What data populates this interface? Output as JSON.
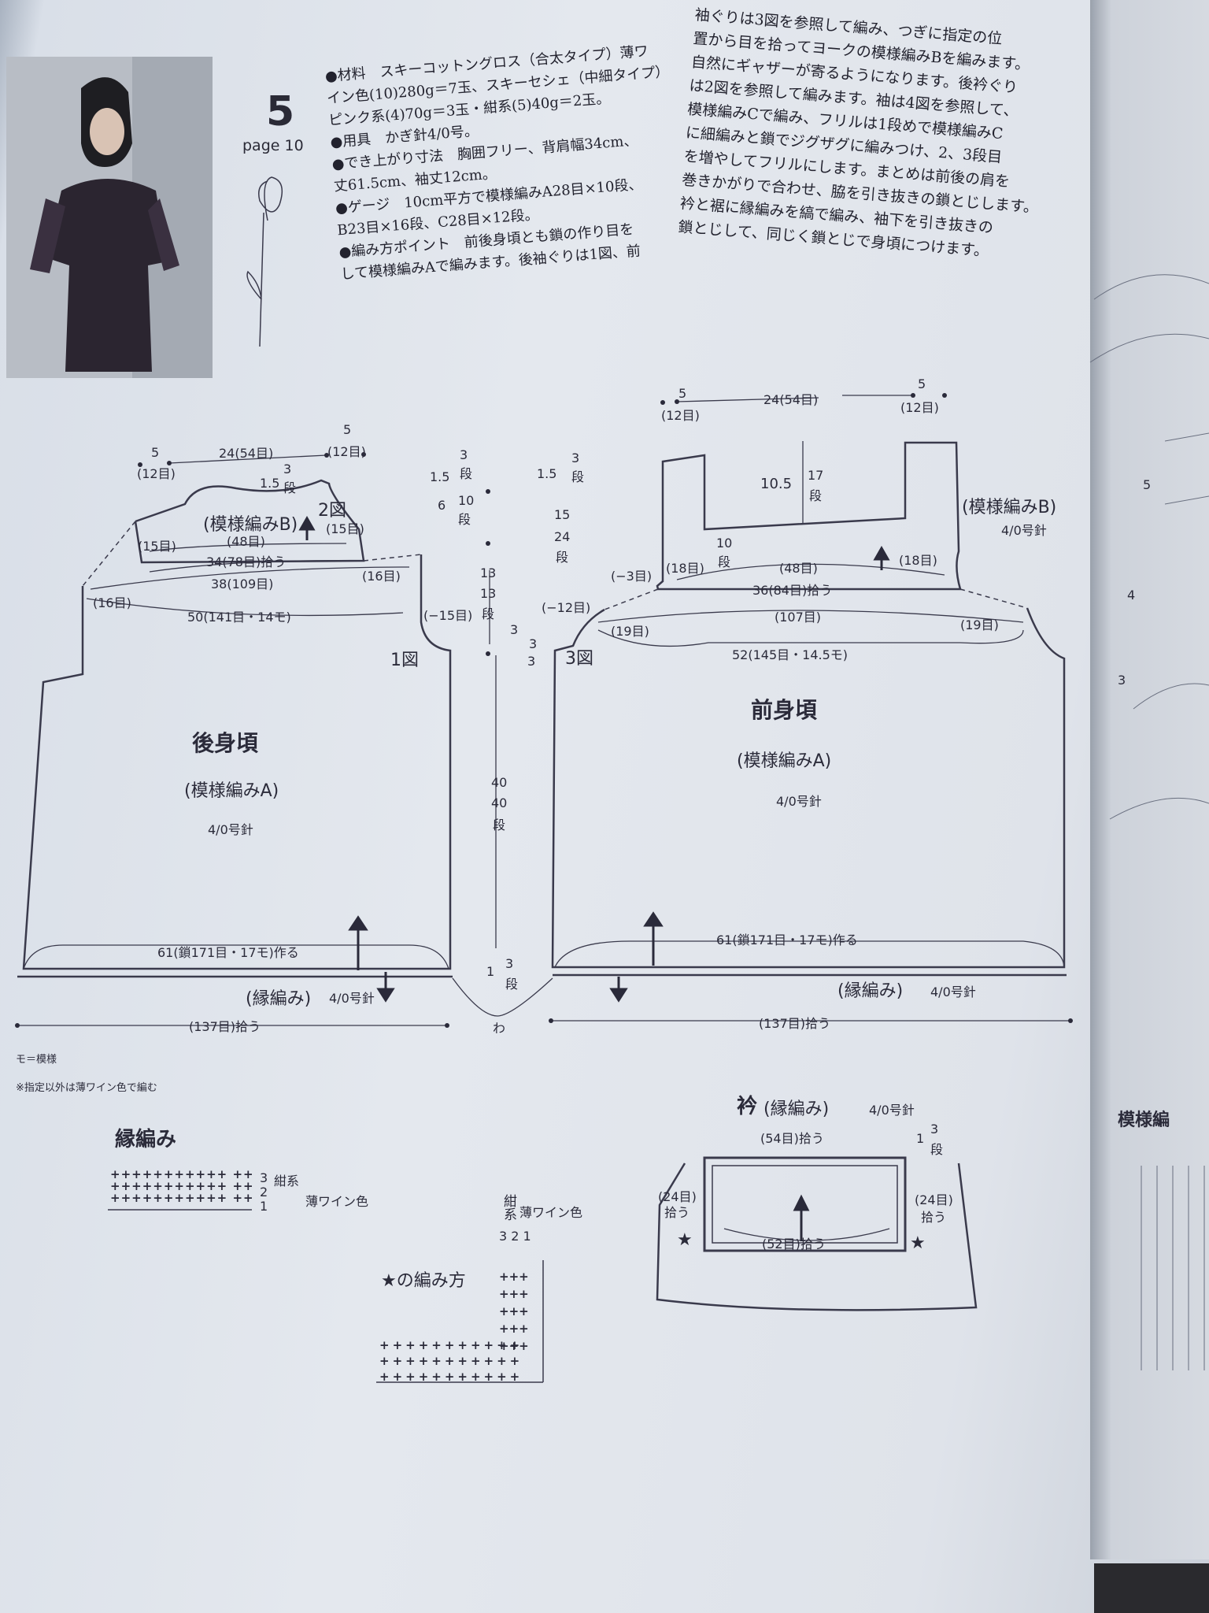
{
  "header": {
    "number": "5",
    "page_ref": "page 10"
  },
  "instructions": {
    "left": [
      "●材料　スキーコットングロス（合太タイプ）薄ワ",
      "イン色(10)280g＝7玉、スキーセシェ（中細タイプ）",
      "ピンク系(4)70g＝3玉・紺系(5)40g＝2玉。",
      "●用具　かぎ針4/0号。",
      "●でき上がり寸法　胸囲フリー、背肩幅34cm、",
      "丈61.5cm、袖丈12cm。",
      "●ゲージ　10cm平方で模様編みA28目×10段、",
      "B23目×16段、C28目×12段。",
      "●編み方ポイント　前後身頃とも鎖の作り目を",
      "して模様編みAで編みます。後袖ぐりは1図、前"
    ],
    "right": [
      "袖ぐりは3図を参照して編み、つぎに指定の位",
      "置から目を拾ってヨークの模様編みBを編みます。",
      "自然にギャザーが寄るようになります。後衿ぐり",
      "は2図を参照して編みます。袖は4図を参照して、",
      "模様編みCで編み、フリルは1段めで模様編みC",
      "に細編みと鎖でジグザグに編みつけ、2、3段目",
      "を増やしてフリルにします。まとめは前後の肩を",
      "巻きかがりで合わせ、脇を引き抜きの鎖とじします。",
      "衿と裾に縁編みを縞で編み、袖下を引き抜きの",
      "鎖とじして、同じく鎖とじで身頃につけます。"
    ]
  },
  "back": {
    "title": "後身頃",
    "pattern": "(模様編みA)",
    "needle": "4/0号針",
    "fig1": "1図",
    "fig2": "2図",
    "yoke": "(模様編みB)",
    "top5a": "5",
    "top12a": "(12目)",
    "top24": "24(54目)",
    "top5b": "5",
    "top12b": "(12目)",
    "d15": "1.5",
    "d3": "3",
    "dan": "段",
    "s15l": "(15目)",
    "s15r": "(15目)",
    "s48": "(48目)",
    "s34": "34(78目)拾う",
    "s16r": "(16目)",
    "s38": "38(109目)",
    "s16l": "(16目)",
    "s50": "50(141目・14モ)",
    "sm15": "(−15目)",
    "s61": "61(鎖171目・17モ)作る",
    "border": "(縁編み)",
    "border_needle": "4/0号針",
    "s137": "(137目)拾う"
  },
  "center": {
    "a15": "1.5",
    "a3": "3",
    "a6": "6",
    "a10": "10",
    "a13": "13",
    "a13b": "13",
    "a3b": "3",
    "a40": "40",
    "a40b": "40",
    "a1": "1",
    "a3c": "3",
    "dan": "段",
    "b15": "1.5",
    "b3": "3",
    "b15b": "15",
    "b24": "24",
    "b3b": "3",
    "b3c": "3",
    "bm12": "(−12目)",
    "wa": "わ"
  },
  "front": {
    "title": "前身頃",
    "pattern": "(模様編みA)",
    "needle": "4/0号針",
    "fig3": "3図",
    "yoke": "(模様編みB)",
    "yoke_needle": "4/0号針",
    "top5a": "5",
    "top12a": "(12目)",
    "top24": "24(54目)",
    "top5b": "5",
    "top12b": "(12目)",
    "h105": "10.5",
    "h17": "17",
    "h10": "10",
    "dan": "段",
    "sm3": "(−3目)",
    "s18l": "(18目)",
    "s48": "(48目)",
    "s18r": "(18目)",
    "s36": "36(84目)拾う",
    "s19l": "(19目)",
    "s107": "(107目)",
    "s19r": "(19目)",
    "s52": "52(145目・14.5モ)",
    "s61": "61(鎖171目・17モ)作る",
    "border": "(縁編み)",
    "border_needle": "4/0号針",
    "s137": "(137目)拾う"
  },
  "notes": {
    "mo": "モ＝模様",
    "color_note": "※指定以外は薄ワイン色で編む"
  },
  "edge": {
    "title": "縁編み",
    "r3": "3",
    "r2": "2",
    "r1": "1",
    "navy": "紺系",
    "wine": "薄ワイン色"
  },
  "star": {
    "title": "★の編み方",
    "navy": "紺系",
    "wine": "薄ワイン色",
    "nums": "3 2 1"
  },
  "collar": {
    "title": "衿",
    "pattern": "(縁編み)",
    "needle": "4/0号針",
    "top": "(54目)拾う",
    "r1": "1",
    "r3": "3",
    "dan": "段",
    "left": "(24目)",
    "left2": "拾う",
    "right": "(24目)",
    "right2": "拾う",
    "bottom": "(52目)拾う"
  },
  "right_page": {
    "label": "模様編",
    "n5": "5",
    "n4": "4",
    "n3": "3"
  }
}
